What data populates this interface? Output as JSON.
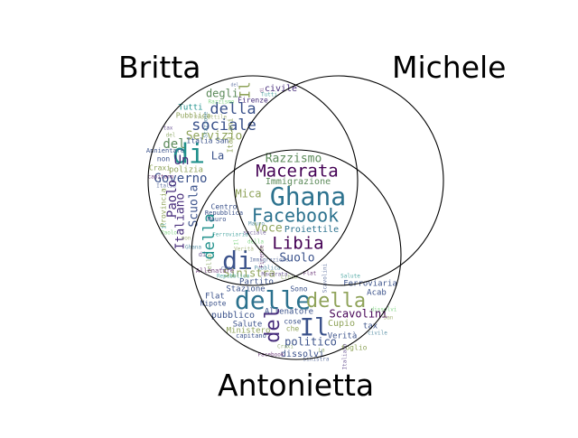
{
  "labels": {
    "set_a": "Britta",
    "set_b": "Michele",
    "set_c": "Antonietta"
  },
  "palette": [
    "#440154",
    "#3b528b",
    "#21918c",
    "#5ec962",
    "#8fa35a",
    "#2c728e",
    "#472d7b",
    "#7a9a4e"
  ],
  "words": [
    {
      "text": "di",
      "color": "#21918c",
      "vertical": false
    },
    {
      "text": "della",
      "color": "#3b528b",
      "vertical": false
    },
    {
      "text": "sociale",
      "color": "#3b528b",
      "vertical": false
    },
    {
      "text": "degli",
      "color": "#5c8a5a",
      "vertical": false
    },
    {
      "text": "Il",
      "color": "#8fa35a",
      "vertical": true
    },
    {
      "text": "civile",
      "color": "#472d7b",
      "vertical": false
    },
    {
      "text": "Servizio",
      "color": "#8fa35a",
      "vertical": false
    },
    {
      "text": "del",
      "color": "#5c8a5a",
      "vertical": false
    },
    {
      "text": "Un",
      "color": "#472d7b",
      "vertical": false
    },
    {
      "text": "La",
      "color": "#3b528b",
      "vertical": false
    },
    {
      "text": "Governo",
      "color": "#3b528b",
      "vertical": false
    },
    {
      "text": "Paolo",
      "color": "#472d7b",
      "vertical": true
    },
    {
      "text": "Italiano",
      "color": "#472d7b",
      "vertical": true
    },
    {
      "text": "Scuola",
      "color": "#3b528b",
      "vertical": true
    },
    {
      "text": "Tutti",
      "color": "#21918c",
      "vertical": false
    },
    {
      "text": "Pubblica",
      "color": "#8fa35a",
      "vertical": false
    },
    {
      "text": "Firenze",
      "color": "#472d7b",
      "vertical": false
    },
    {
      "text": "polizia",
      "color": "#8fa35a",
      "vertical": false
    },
    {
      "text": "non",
      "color": "#3b528b",
      "vertical": false
    },
    {
      "text": "Craxi",
      "color": "#8fa35a",
      "vertical": false
    },
    {
      "text": "Provincia",
      "color": "#8fa35a",
      "vertical": true
    },
    {
      "text": "Razzismo",
      "color": "#5c8a5a",
      "vertical": false
    },
    {
      "text": "Macerata",
      "color": "#440154",
      "vertical": false
    },
    {
      "text": "Immigrazione",
      "color": "#5c8a5a",
      "vertical": false
    },
    {
      "text": "Mica",
      "color": "#8fa35a",
      "vertical": false
    },
    {
      "text": "Ghana",
      "color": "#2c728e",
      "vertical": false
    },
    {
      "text": "Facebook",
      "color": "#2c728e",
      "vertical": false
    },
    {
      "text": "Voce",
      "color": "#8fa35a",
      "vertical": false
    },
    {
      "text": "Proiettile",
      "color": "#2c728e",
      "vertical": false
    },
    {
      "text": "Libia",
      "color": "#440154",
      "vertical": false
    },
    {
      "text": "Suolo",
      "color": "#3b528b",
      "vertical": false
    },
    {
      "text": "della",
      "color": "#21918c",
      "vertical": true
    },
    {
      "text": "di",
      "color": "#3b528b",
      "vertical": false
    },
    {
      "text": "Sinistra",
      "color": "#8fa35a",
      "vertical": false
    },
    {
      "text": "Partito",
      "color": "#3b528b",
      "vertical": false
    },
    {
      "text": "Stazione",
      "color": "#3b528b",
      "vertical": false
    },
    {
      "text": "Flat",
      "color": "#3b528b",
      "vertical": false
    },
    {
      "text": "Nipote",
      "color": "#3b528b",
      "vertical": false
    },
    {
      "text": "delle",
      "color": "#2c728e",
      "vertical": false
    },
    {
      "text": "della",
      "color": "#8fa35a",
      "vertical": false
    },
    {
      "text": "Ferroviaria",
      "color": "#3b528b",
      "vertical": false
    },
    {
      "text": "Acab",
      "color": "#3b528b",
      "vertical": false
    },
    {
      "text": "tax",
      "color": "#3b528b",
      "vertical": false
    },
    {
      "text": "Scavolini",
      "color": "#440154",
      "vertical": false
    },
    {
      "text": "Sono",
      "color": "#3b528b",
      "vertical": false
    },
    {
      "text": "pubblico",
      "color": "#3b528b",
      "vertical": false
    },
    {
      "text": "Allenatore",
      "color": "#3b528b",
      "vertical": false
    },
    {
      "text": "Il",
      "color": "#3b528b",
      "vertical": false
    },
    {
      "text": "Cupio",
      "color": "#8fa35a",
      "vertical": false
    },
    {
      "text": "del",
      "color": "#472d7b",
      "vertical": true
    },
    {
      "text": "Salute",
      "color": "#3b528b",
      "vertical": false
    },
    {
      "text": "Ministero",
      "color": "#8fa35a",
      "vertical": false
    },
    {
      "text": "cose",
      "color": "#3b528b",
      "vertical": false
    },
    {
      "text": "che",
      "color": "#8fa35a",
      "vertical": false
    },
    {
      "text": "Verità",
      "color": "#3b528b",
      "vertical": false
    },
    {
      "text": "politico",
      "color": "#3b528b",
      "vertical": false
    },
    {
      "text": "capitano",
      "color": "#3b528b",
      "vertical": false
    },
    {
      "text": "dissolvi",
      "color": "#3b528b",
      "vertical": false
    },
    {
      "text": "foglio",
      "color": "#8fa35a",
      "vertical": false
    },
    {
      "text": "Centro",
      "color": "#3b528b",
      "vertical": false
    },
    {
      "text": "Repubblica",
      "color": "#3b528b",
      "vertical": false
    },
    {
      "text": "Mauro",
      "color": "#3b528b",
      "vertical": false
    },
    {
      "text": "Annientare",
      "color": "#3b528b",
      "vertical": false
    },
    {
      "text": "Italia",
      "color": "#3b528b",
      "vertical": false
    },
    {
      "text": "San",
      "color": "#3b528b",
      "vertical": false
    },
    {
      "text": "Italiani",
      "color": "#8fa35a",
      "vertical": true
    }
  ]
}
